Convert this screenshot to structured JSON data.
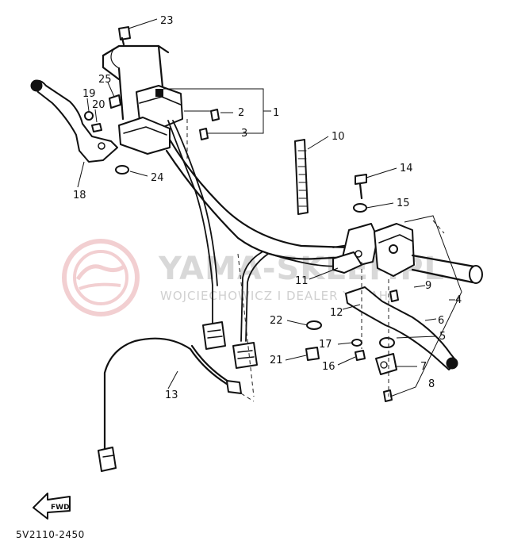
{
  "diagram": {
    "watermark": {
      "line1": "YAMA-SKLEP.PL",
      "line2": "WOJCIECHOWICZ I DEALER YAMAHA"
    },
    "footer_code": "5V2110-2450",
    "fwd_label": "FWD",
    "callouts": {
      "c1": "1",
      "c2": "2",
      "c3": "3",
      "c4": "4",
      "c5": "5",
      "c6": "6",
      "c7": "7",
      "c8": "8",
      "c9": "9",
      "c10": "10",
      "c11": "11",
      "c12": "12",
      "c13": "13",
      "c14": "14",
      "c15": "15",
      "c16": "16",
      "c17": "17",
      "c18": "18",
      "c19": "19",
      "c20": "20",
      "c21": "21",
      "c22": "22",
      "c23": "23",
      "c24": "24",
      "c25": "25"
    },
    "colors": {
      "ink": "#111111",
      "watermark": "#d8d8d8",
      "logo": "#e8a9ad"
    }
  }
}
